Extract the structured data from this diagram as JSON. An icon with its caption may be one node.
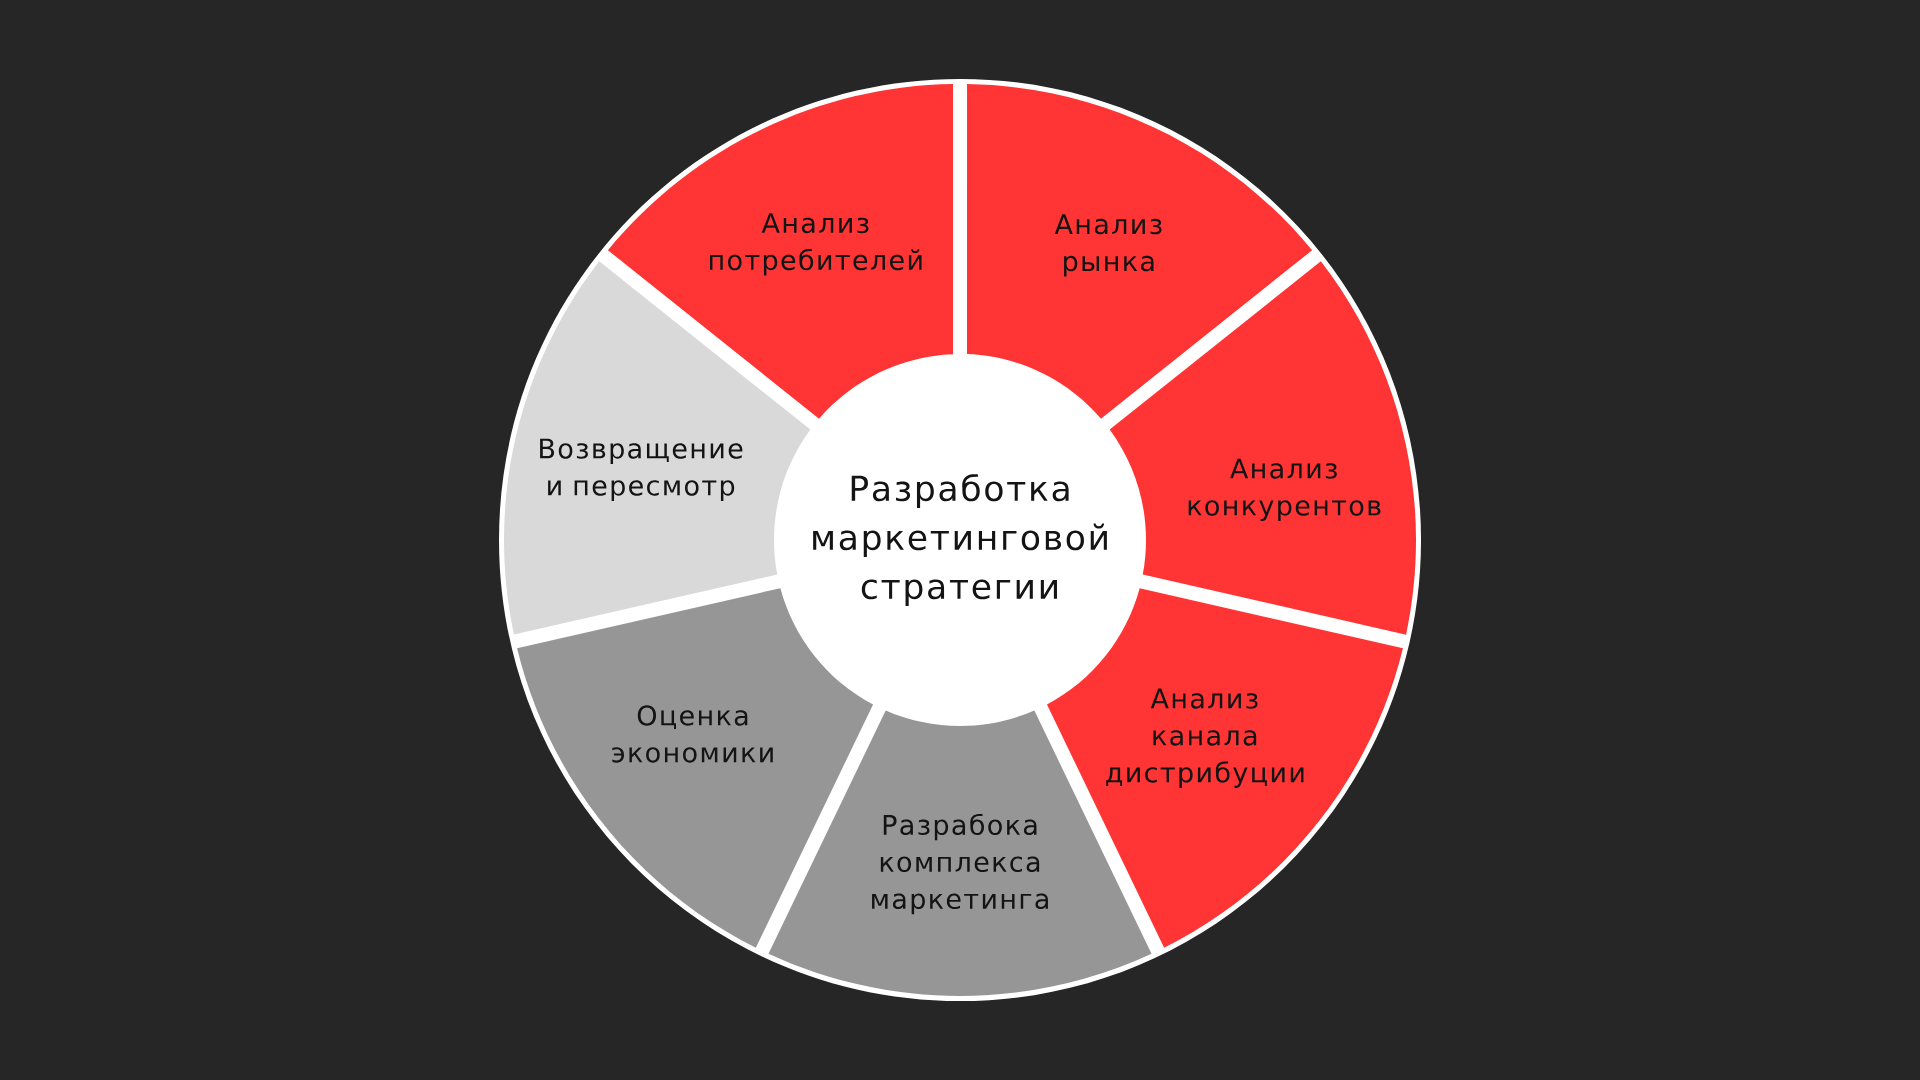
{
  "diagram": {
    "nodes": [
      {
        "text": [
          "Разработка маркетинговой стратегии"
        ]
      },
      {
        "text": [
          "Анализ потребителей"
        ]
      },
      {
        "text": [
          "Анализ рынка"
        ]
      },
      {
        "text": [
          "Анализ конкурентов"
        ]
      },
      {
        "text": [
          "Анализ канала дистрибуции"
        ]
      },
      {
        "text": [
          "Разрабока комплекса маркетинга"
        ]
      },
      {
        "text": [
          "Оценка экономики"
        ]
      },
      {
        "text": [
          "Возвращение и пересмотр"
        ]
      }
    ]
  }
}
